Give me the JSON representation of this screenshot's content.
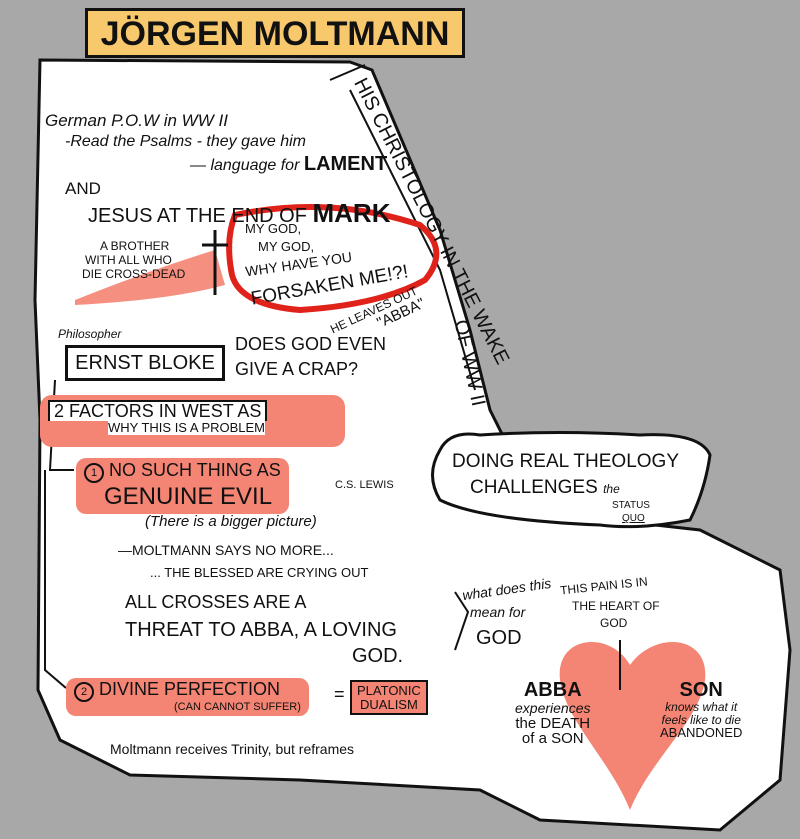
{
  "title": "Jörgen Moltmann",
  "side_banner": {
    "line1": "His Christology in the Wake",
    "line2": "of WW II"
  },
  "pow": {
    "line1": "German P.O.W in WW II",
    "line2": "-Read the Psalms - they gave him",
    "line3": "— language for",
    "line3_emph": "LAMENT"
  },
  "mark": {
    "and": "And",
    "line": "Jesus at the End of",
    "emph": "Mark"
  },
  "brother": [
    "A Brother",
    "with all who",
    "die cross-dead"
  ],
  "cry": {
    "line1": "My God,",
    "line2": "My God,",
    "line3": "Why have you",
    "line4": "Forsaken me!?!"
  },
  "abba_note": {
    "line1": "He leaves out",
    "line2": "\"ABBA\""
  },
  "philosopher": {
    "label": "Philosopher",
    "name": "Ernst Bloke"
  },
  "question": {
    "line1": "Does God even",
    "line2": "give a crap?"
  },
  "factors": {
    "line1": "2 Factors in West as",
    "line2": "why this is a problem"
  },
  "factor1": {
    "num": "1",
    "line1": "No such thing as",
    "line2": "Genuine Evil",
    "ref": "C.S. Lewis",
    "note": "(There is a bigger picture)"
  },
  "moltmann_says": {
    "line1": "—Moltmann says no more...",
    "line2": "... The blessed are crying out"
  },
  "crosses": {
    "line1": "All crosses are a",
    "line2": "Threat to Abba, a loving",
    "line3": "God."
  },
  "meaning": {
    "line1": "what does this",
    "line2": "mean for",
    "line3": "GOD"
  },
  "factor2": {
    "num": "2",
    "line1": "Divine Perfection",
    "note": "(Can cannot suffer)",
    "eq": "=",
    "dualism1": "Platonic",
    "dualism2": "Dualism"
  },
  "trinity": "Moltmann receives Trinity, but reframes",
  "theology": {
    "line1": "Doing real theology",
    "line2": "challenges",
    "the": "the",
    "status": "status",
    "quo": "quo"
  },
  "pain": {
    "line1": "This pain is in",
    "line2": "the heart of",
    "line3": "God"
  },
  "abba": {
    "line1": "ABBA",
    "line2": "experiences",
    "line3": "the DEATH",
    "line4": "of a SON"
  },
  "son": {
    "line1": "SON",
    "line2": "knows what it",
    "line3": "feels like to die",
    "line4": "ABANDONED"
  },
  "colors": {
    "background": "#a8a8a8",
    "highlight": "#f48473",
    "title_box": "#f8c86c",
    "red_outline": "#e0231a"
  }
}
